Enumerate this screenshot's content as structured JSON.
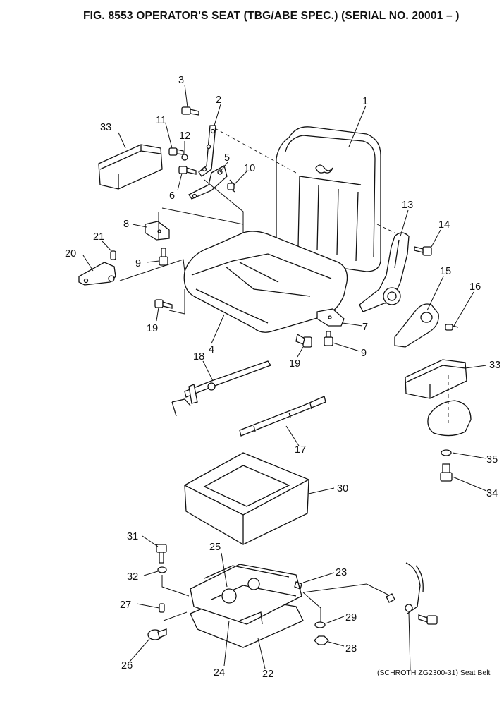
{
  "title": "FIG. 8553  OPERATOR'S SEAT (TBG/ABE SPEC.) (SERIAL NO. 20001 – )",
  "caption": "(SCHROTH  ZG2300-31) Seat  Belt",
  "callouts": [
    {
      "id": "c1",
      "label": "1"
    },
    {
      "id": "c2",
      "label": "2"
    },
    {
      "id": "c3",
      "label": "3"
    },
    {
      "id": "c4",
      "label": "4"
    },
    {
      "id": "c5",
      "label": "5"
    },
    {
      "id": "c6",
      "label": "6"
    },
    {
      "id": "c7",
      "label": "7"
    },
    {
      "id": "c8",
      "label": "8"
    },
    {
      "id": "c9a",
      "label": "9"
    },
    {
      "id": "c9b",
      "label": "9"
    },
    {
      "id": "c10",
      "label": "10"
    },
    {
      "id": "c11",
      "label": "11"
    },
    {
      "id": "c12",
      "label": "12"
    },
    {
      "id": "c13",
      "label": "13"
    },
    {
      "id": "c14",
      "label": "14"
    },
    {
      "id": "c15",
      "label": "15"
    },
    {
      "id": "c16",
      "label": "16"
    },
    {
      "id": "c17",
      "label": "17"
    },
    {
      "id": "c18",
      "label": "18"
    },
    {
      "id": "c19a",
      "label": "19"
    },
    {
      "id": "c19b",
      "label": "19"
    },
    {
      "id": "c20",
      "label": "20"
    },
    {
      "id": "c21",
      "label": "21"
    },
    {
      "id": "c22",
      "label": "22"
    },
    {
      "id": "c23",
      "label": "23"
    },
    {
      "id": "c24",
      "label": "24"
    },
    {
      "id": "c25",
      "label": "25"
    },
    {
      "id": "c26",
      "label": "26"
    },
    {
      "id": "c27",
      "label": "27"
    },
    {
      "id": "c28",
      "label": "28"
    },
    {
      "id": "c29",
      "label": "29"
    },
    {
      "id": "c30",
      "label": "30"
    },
    {
      "id": "c31",
      "label": "31"
    },
    {
      "id": "c32",
      "label": "32"
    },
    {
      "id": "c33a",
      "label": "33"
    },
    {
      "id": "c33b",
      "label": "33"
    },
    {
      "id": "c34",
      "label": "34"
    },
    {
      "id": "c35",
      "label": "35"
    }
  ]
}
